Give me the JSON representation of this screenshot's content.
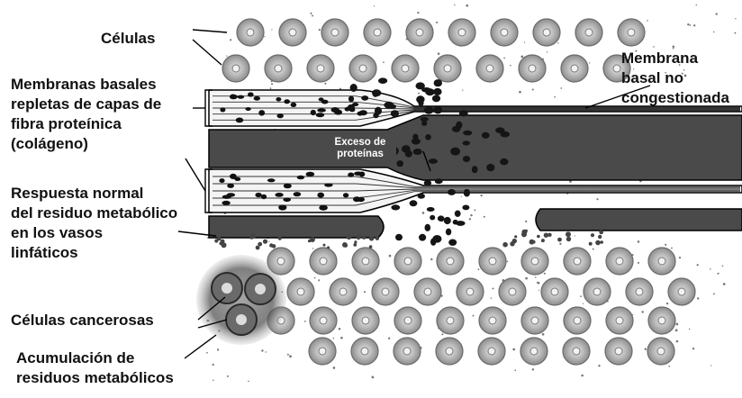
{
  "labels": {
    "cells": "Células",
    "basal_packed": [
      "Membranas basales",
      "repletas de capas de",
      "fibra proteínica",
      "(colágeno)"
    ],
    "basal_free": [
      "Membrana",
      "basal no",
      "congestionada"
    ],
    "excess_protein": [
      "Exceso de",
      "proteínas"
    ],
    "normal_response": [
      "Respuesta normal",
      "del residuo metabólico",
      "en los vasos",
      "linfáticos"
    ],
    "cancer_cells": "Células cancerosas",
    "waste_accumulation": [
      "Acumulación de",
      "residuos metabólicos"
    ]
  },
  "colors": {
    "vessel": "#4a4a4a",
    "cell_fill": "#bdbdbd",
    "cell_ring": "#8a8a8a",
    "dot": "#1a1a1a",
    "line": "#000000"
  }
}
